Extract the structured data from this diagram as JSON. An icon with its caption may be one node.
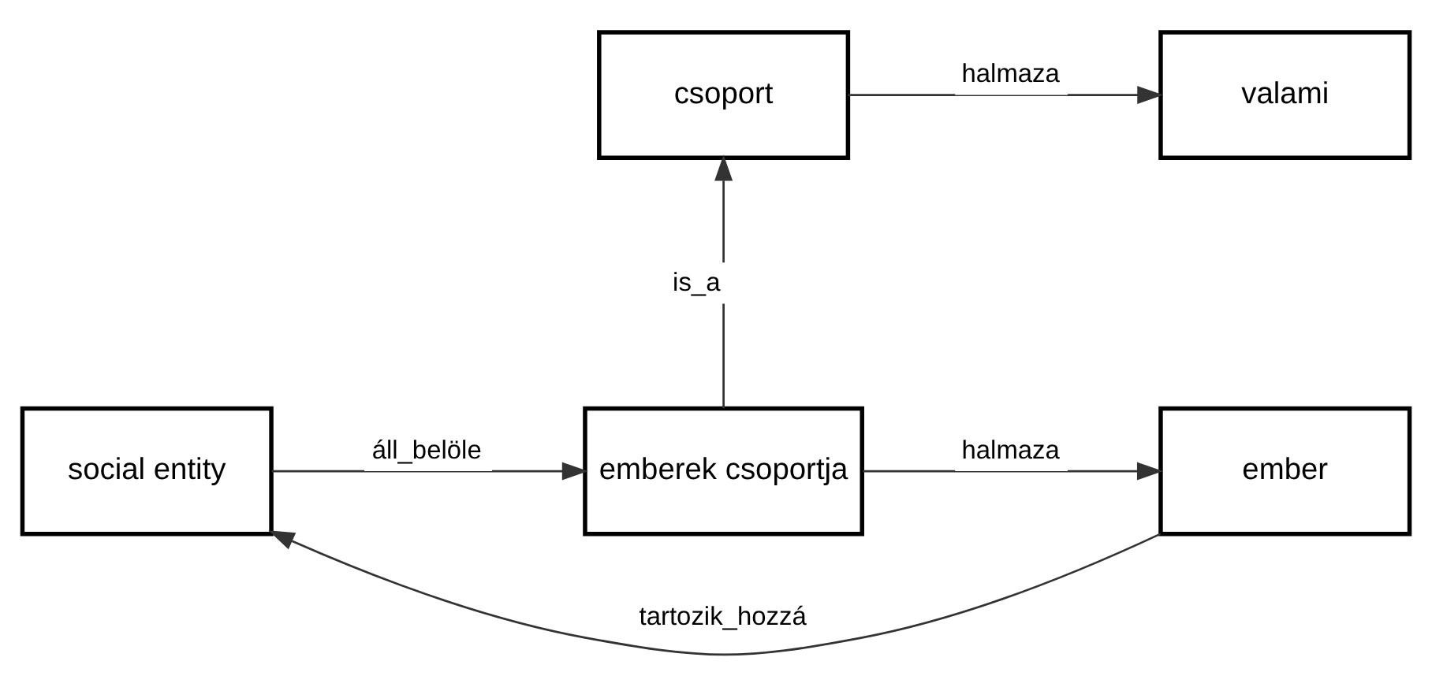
{
  "diagram": {
    "nodes": [
      {
        "text": [
          "csoport"
        ]
      },
      {
        "text": [
          "valami"
        ]
      },
      {
        "text": [
          "social entity"
        ]
      },
      {
        "text": [
          "emberek csoportja"
        ]
      },
      {
        "text": [
          "ember"
        ]
      }
    ],
    "edges": [
      {
        "from": 0,
        "to": 1,
        "arrow": "to",
        "label": "halmaza"
      },
      {
        "from": 3,
        "to": 0,
        "arrow": "to",
        "label": "is_a"
      },
      {
        "from": 2,
        "to": 3,
        "arrow": "to",
        "label": "áll_belöle"
      },
      {
        "from": 3,
        "to": 4,
        "arrow": "to",
        "label": "halmaza"
      },
      {
        "from": 4,
        "to": 2,
        "arrow": "to",
        "label": "tartozik_hozzá"
      }
    ]
  }
}
